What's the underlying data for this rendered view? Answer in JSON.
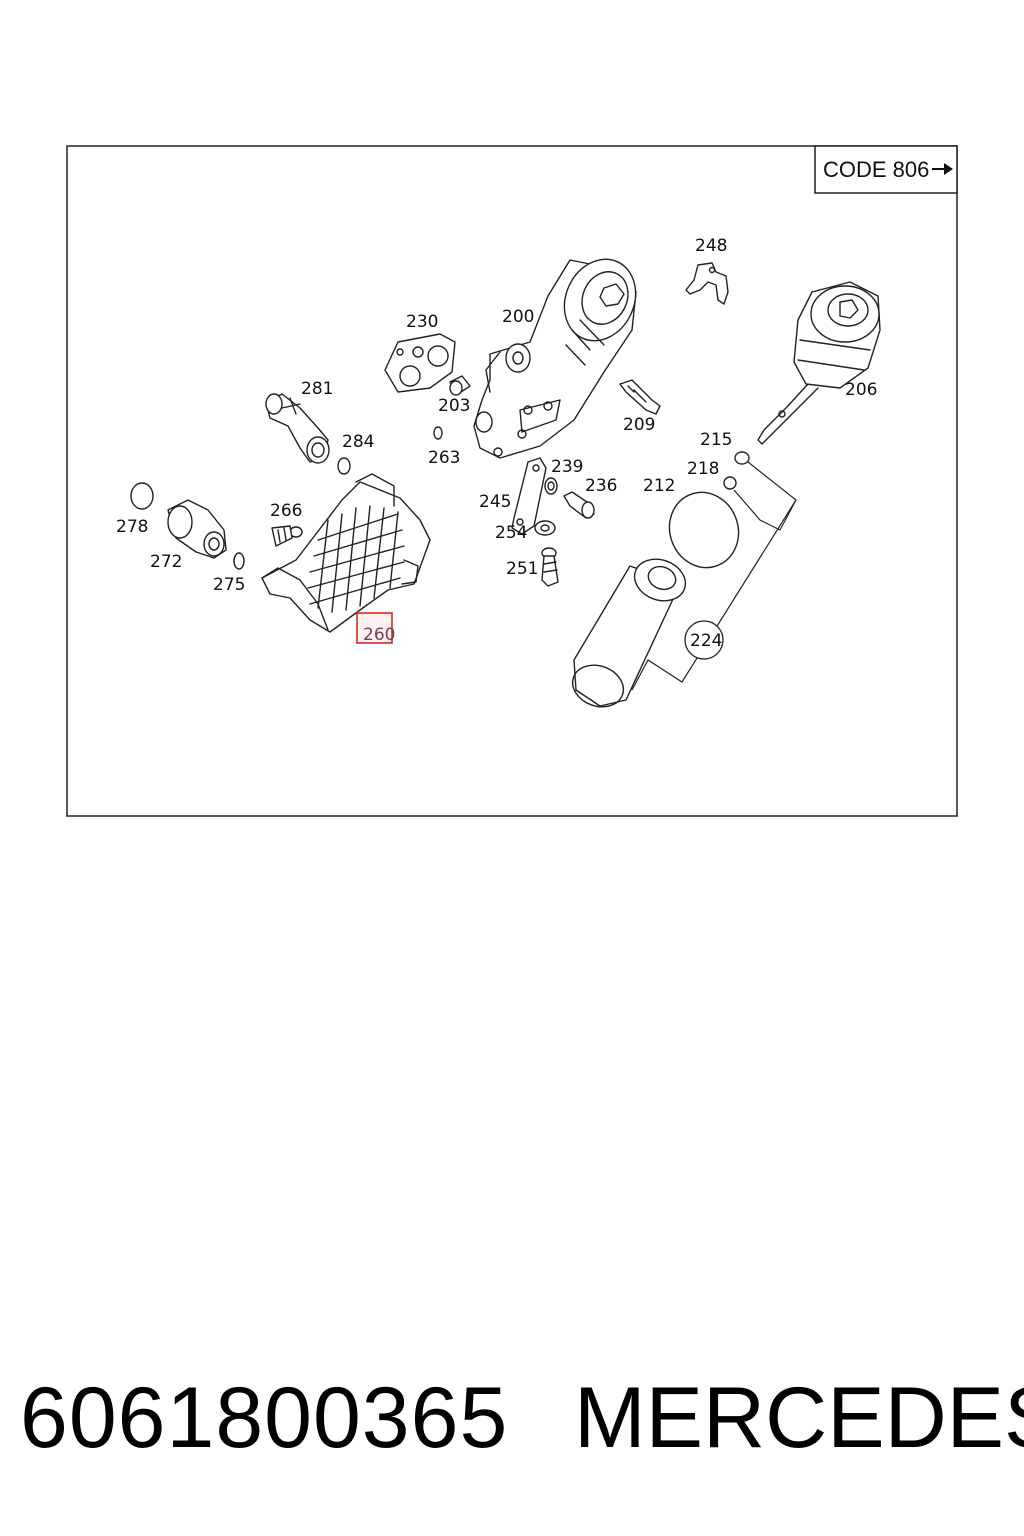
{
  "diagram": {
    "code_label": "CODE 806",
    "highlighted_part": "260",
    "callouts": {
      "c248": "248",
      "c200": "200",
      "c230": "230",
      "c206": "206",
      "c281": "281",
      "c203": "203",
      "c209": "209",
      "c284": "284",
      "c263": "263",
      "c215": "215",
      "c239": "239",
      "c218": "218",
      "c236": "236",
      "c212": "212",
      "c245": "245",
      "c278": "278",
      "c266": "266",
      "c254": "254",
      "c272": "272",
      "c251": "251",
      "c275": "275",
      "c260": "260",
      "c224": "224"
    }
  },
  "footer": {
    "part_number": "6061800365",
    "brand": "MERCEDES"
  }
}
